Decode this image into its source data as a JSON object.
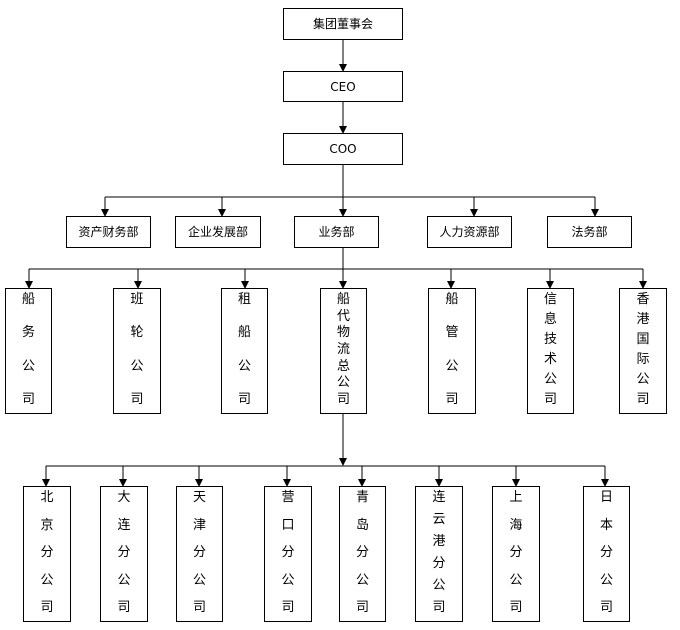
{
  "nodes": {
    "board": "集团董事会",
    "ceo": "CEO",
    "coo": "COO",
    "finance": "资产财务部",
    "dev": "企业发展部",
    "business": "业务部",
    "hr": "人力资源部",
    "legal": "法务部",
    "shipping": "船务公司",
    "liner": "班轮公司",
    "charter": "租船公司",
    "agency": "船代物流总公司",
    "shipmgmt": "船管公司",
    "it": "信息技术公司",
    "hk": "香港国际公司",
    "beijing": "北京分公司",
    "dalian": "大连分公司",
    "tianjin": "天津分公司",
    "yingkou": "营口分公司",
    "qingdao": "青岛分公司",
    "lianyungang": "连云港分公司",
    "shanghai": "上海分公司",
    "japan": "日本分公司"
  }
}
